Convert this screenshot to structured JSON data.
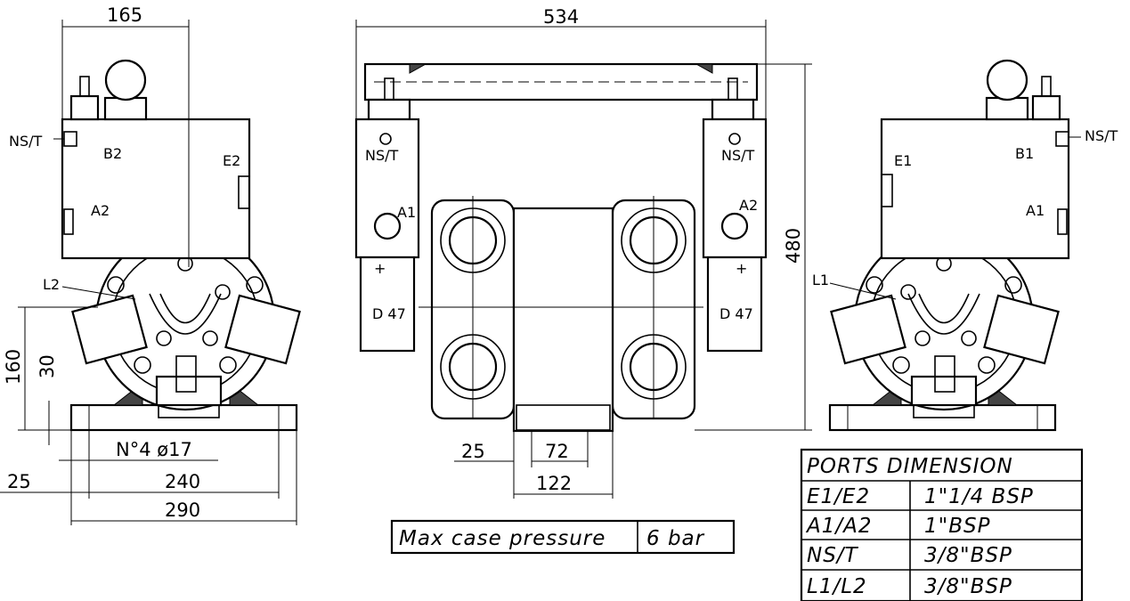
{
  "dimensions": {
    "d165": "165",
    "d534": "534",
    "d480": "480",
    "d160": "160",
    "d30": "30",
    "holes": "N°4 ø17",
    "d25": "25",
    "d240": "240",
    "d290": "290",
    "d72": "72",
    "d122": "122"
  },
  "left_view": {
    "labels": {
      "ns_t": "NS/T",
      "b2": "B2",
      "e2": "E2",
      "a2": "A2",
      "l2": "L2"
    }
  },
  "center_view": {
    "labels": {
      "ns_t": "NS/T",
      "a1": "A1",
      "a2": "A2",
      "d47": "D 47",
      "plus": "+"
    }
  },
  "right_view": {
    "labels": {
      "ns_t": "NS/T",
      "b1": "B1",
      "e1": "E1",
      "a1": "A1",
      "l1": "L1"
    }
  },
  "pressure": {
    "label": "Max case pressure",
    "value": "6 bar"
  },
  "ports_table": {
    "title": "PORTS DIMENSION",
    "rows": [
      {
        "port": "E1/E2",
        "size": "1\"1/4 BSP"
      },
      {
        "port": "A1/A2",
        "size": "1\"BSP"
      },
      {
        "port": "NS/T",
        "size": "3/8\"BSP"
      },
      {
        "port": "L1/L2",
        "size": "3/8\"BSP"
      }
    ]
  }
}
